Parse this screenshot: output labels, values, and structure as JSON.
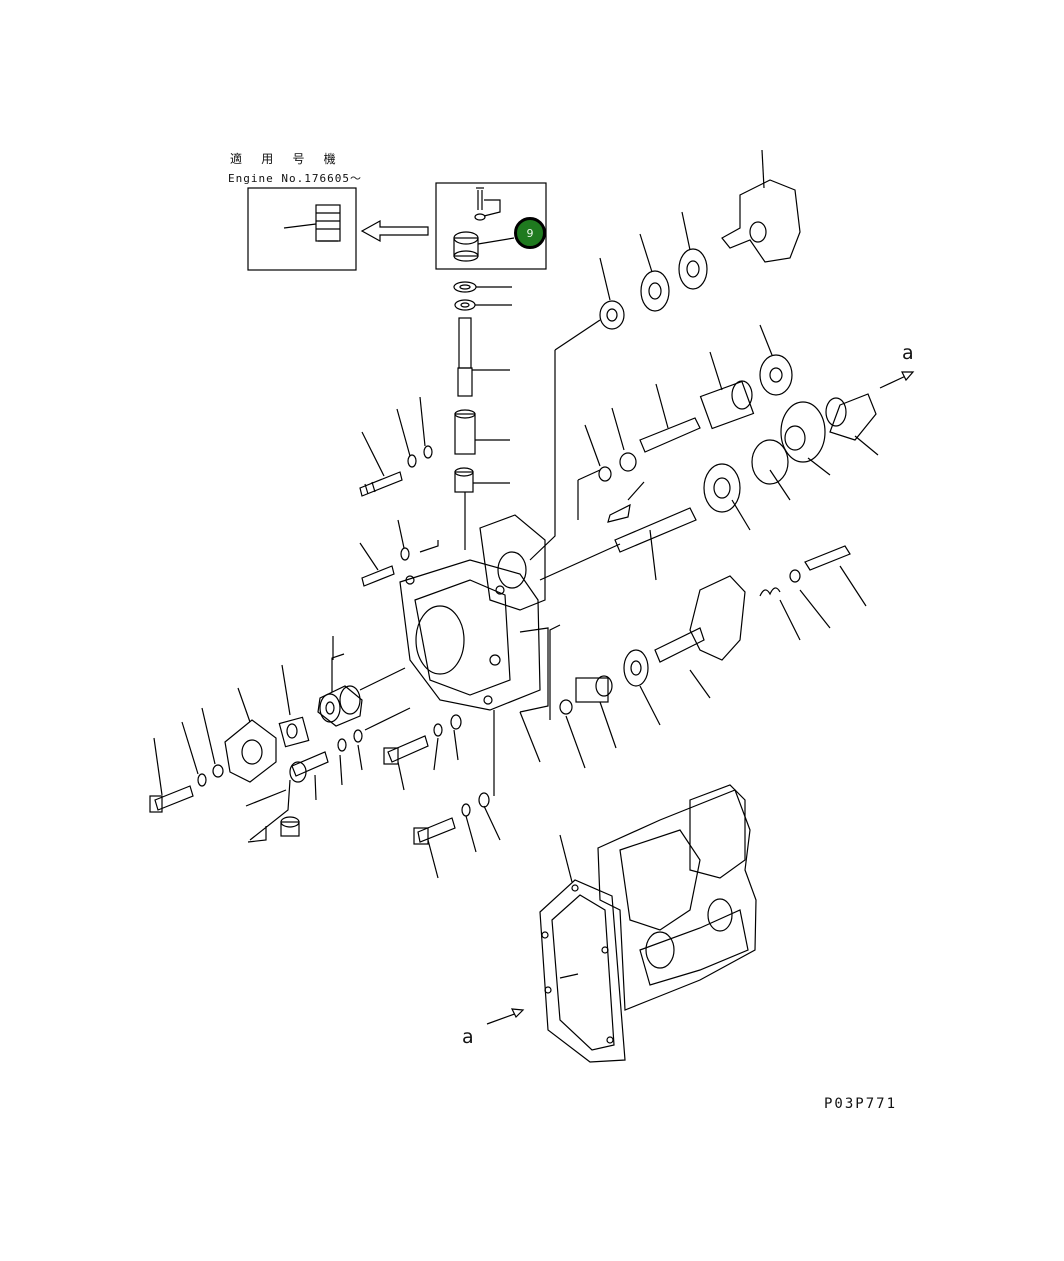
{
  "header": {
    "applicable_label": "適 用 号 機",
    "engine_number": "Engine No.176605～"
  },
  "callout": {
    "number": "9",
    "color": "#1f7a1f"
  },
  "references": {
    "upper": "a",
    "lower": "a"
  },
  "drawing_code": "P03P771",
  "icons": [
    "callout-circle",
    "arrow-left-icon",
    "arrow-right-icon"
  ]
}
